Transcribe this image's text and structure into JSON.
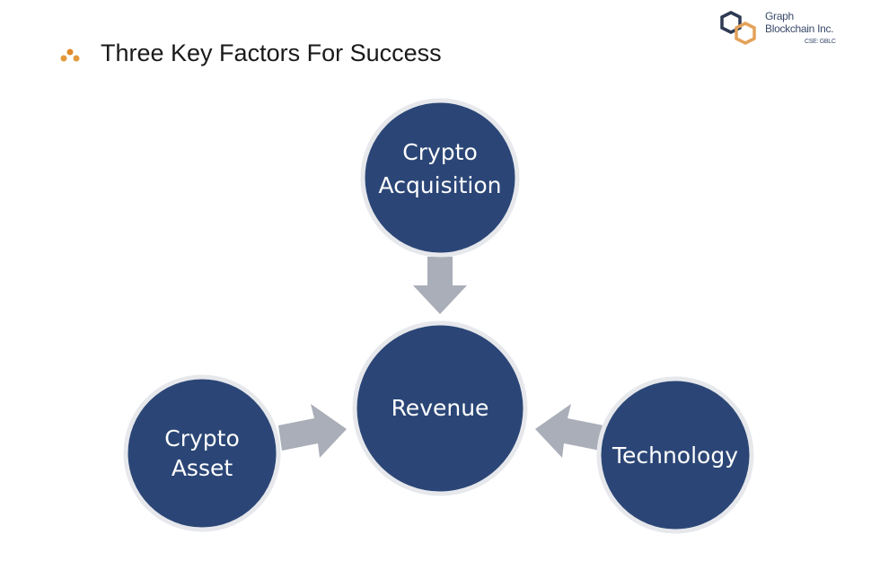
{
  "slide": {
    "title": "Three Key Factors For Success",
    "bullet_icon": "three-dots-triangle-icon",
    "accent_color": "#e39a3c"
  },
  "logo": {
    "line1": "Graph",
    "line2": "Blockchain Inc.",
    "line3": "CSE: GBLC",
    "icon": "linked-hexagons-icon"
  },
  "diagram": {
    "circle_color": "#2b4676",
    "arrow_color": "#a9aeb8",
    "nodes": {
      "top": {
        "line1": "Crypto",
        "line2": "Acquisition"
      },
      "center": {
        "line1": "Revenue"
      },
      "left": {
        "line1": "Crypto",
        "line2": "Asset"
      },
      "right": {
        "line1": "Technology"
      }
    }
  }
}
